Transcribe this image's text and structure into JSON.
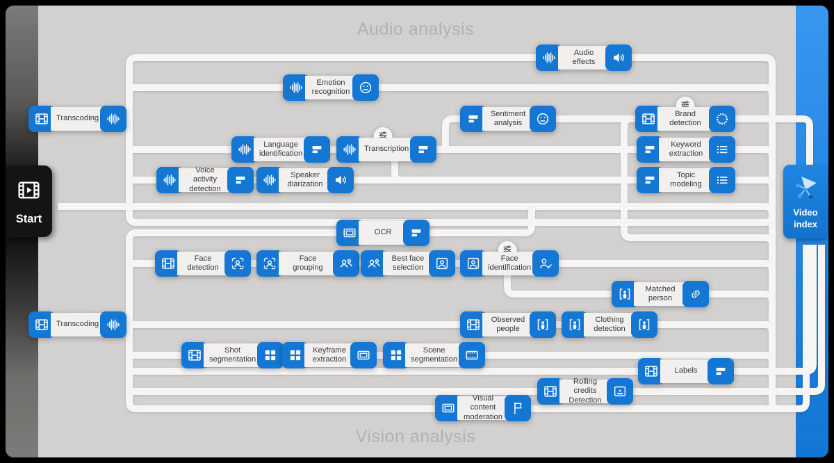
{
  "titles": {
    "audio": "Audio analysis",
    "vision": "Vision analysis"
  },
  "start": {
    "label": "Start"
  },
  "video_index": {
    "label": "Video index"
  },
  "colors": {
    "node_blue": "#1477d4",
    "blue_bar": "#2487e4",
    "canvas": "#d2d1cf",
    "connector": "#f6f5f3",
    "label_bg": "#f1f0ee",
    "title_gray": "#b3b1ae"
  },
  "nodes": [
    {
      "id": "transcoding-1",
      "label": "Transcoding",
      "left_icon": "film",
      "right_icon": "waveform",
      "badge": false
    },
    {
      "id": "audio-effects",
      "label": "Audio effects",
      "left_icon": "waveform",
      "right_icon": "speaker",
      "badge": false
    },
    {
      "id": "emotion-recognition",
      "label": "Emotion recognition",
      "left_icon": "waveform",
      "right_icon": "smiley",
      "badge": false
    },
    {
      "id": "sentiment-analysis",
      "label": "Sentiment analysis",
      "left_icon": "transcript",
      "right_icon": "smiley",
      "badge": false
    },
    {
      "id": "language-identification",
      "label": "Language identification",
      "left_icon": "waveform",
      "right_icon": "transcript",
      "badge": false
    },
    {
      "id": "transcription",
      "label": "Transcription",
      "left_icon": "waveform",
      "right_icon": "transcript",
      "badge": true
    },
    {
      "id": "voice-activity-detection",
      "label": "Voice activity detection",
      "left_icon": "waveform",
      "right_icon": "transcript",
      "badge": false
    },
    {
      "id": "speaker-diarization",
      "label": "Speaker diarization",
      "left_icon": "waveform",
      "right_icon": "speaker",
      "badge": false
    },
    {
      "id": "brand-detection",
      "label": "Brand detection",
      "left_icon": "film",
      "right_icon": "seal",
      "badge": true
    },
    {
      "id": "keyword-extraction",
      "label": "Keyword extraction",
      "left_icon": "transcript",
      "right_icon": "list",
      "badge": false
    },
    {
      "id": "topic-modeling",
      "label": "Topic modeling",
      "left_icon": "transcript",
      "right_icon": "list",
      "badge": false
    },
    {
      "id": "ocr",
      "label": "OCR",
      "left_icon": "screen",
      "right_icon": "transcript",
      "badge": false
    },
    {
      "id": "face-detection",
      "label": "Face detection",
      "left_icon": "film",
      "right_icon": "face-scan",
      "badge": false
    },
    {
      "id": "face-grouping",
      "label": "Face grouping",
      "left_icon": "face-scan",
      "right_icon": "people",
      "badge": false
    },
    {
      "id": "best-face-selection",
      "label": "Best face selection",
      "left_icon": "people",
      "right_icon": "portrait",
      "badge": false
    },
    {
      "id": "face-identification",
      "label": "Face identification",
      "left_icon": "portrait",
      "right_icon": "person-check",
      "badge": true
    },
    {
      "id": "matched-person",
      "label": "Matched person",
      "left_icon": "person-bracket",
      "right_icon": "link",
      "badge": false
    },
    {
      "id": "observed-people",
      "label": "Observed people",
      "left_icon": "film",
      "right_icon": "person-bracket",
      "badge": false
    },
    {
      "id": "clothing-detection",
      "label": "Clothing detection",
      "left_icon": "person-bracket",
      "right_icon": "person-bracket",
      "badge": false
    },
    {
      "id": "transcoding-2",
      "label": "Transcoding",
      "left_icon": "film",
      "right_icon": "waveform",
      "badge": false
    },
    {
      "id": "shot-segmentation",
      "label": "Shot segmentation",
      "left_icon": "film",
      "right_icon": "grid",
      "badge": false
    },
    {
      "id": "keyframe-extraction",
      "label": "Keyframe extraction",
      "left_icon": "grid",
      "right_icon": "screen",
      "badge": false
    },
    {
      "id": "scene-segmentation",
      "label": "Scene segmentation",
      "left_icon": "grid",
      "right_icon": "filmstrip",
      "badge": false
    },
    {
      "id": "labels",
      "label": "Labels",
      "left_icon": "film",
      "right_icon": "transcript",
      "badge": false
    },
    {
      "id": "rolling-credits",
      "label": "Rolling credits Detection",
      "left_icon": "film",
      "right_icon": "credits",
      "badge": false
    },
    {
      "id": "visual-content-moderation",
      "label": "Visual content moderation",
      "left_icon": "screen",
      "right_icon": "flag",
      "badge": false
    }
  ]
}
